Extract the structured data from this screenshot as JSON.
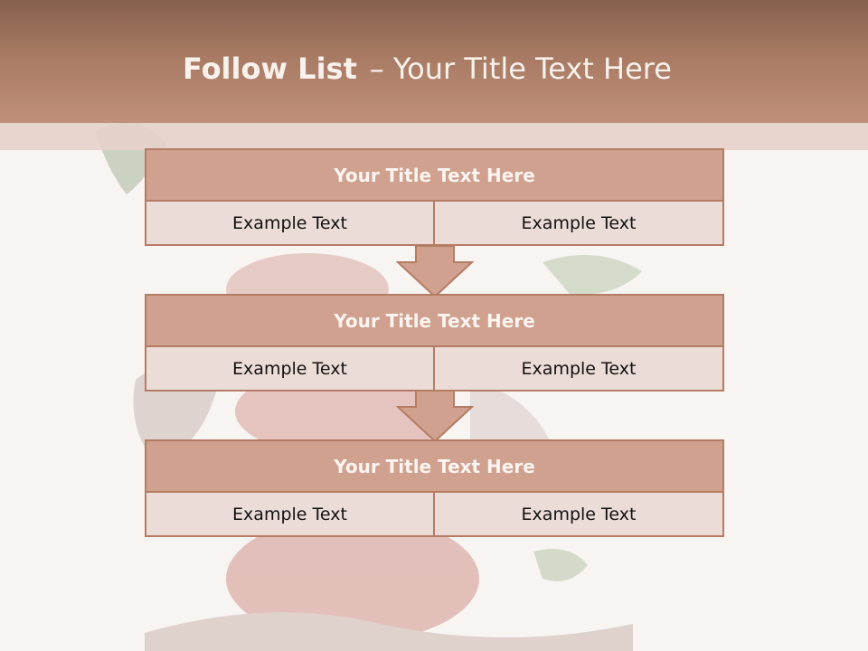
{
  "title": {
    "main": "Follow List",
    "dash": "–",
    "sub": "Your Title Text Here"
  },
  "steps": [
    {
      "title": "Your Title Text Here",
      "left": "Example Text",
      "right": "Example Text"
    },
    {
      "title": "Your Title Text Here",
      "left": "Example Text",
      "right": "Example Text"
    },
    {
      "title": "Your Title Text Here",
      "left": "Example Text",
      "right": "Example Text"
    }
  ],
  "colors": {
    "header": "#a87a63",
    "box_title": "#cfa18e",
    "box_cell": "#ecdcd8",
    "border": "#b57c64",
    "arrow": "#cfa18e"
  }
}
